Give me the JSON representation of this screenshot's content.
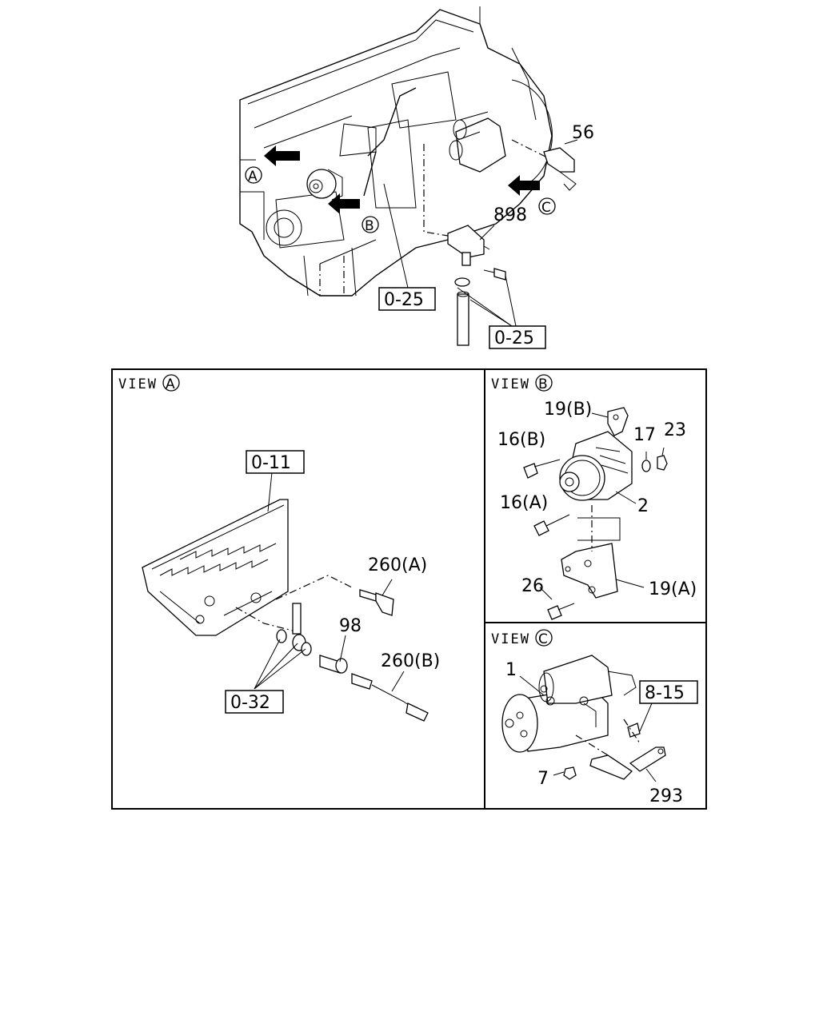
{
  "main_view": {
    "labels": {
      "p56": "56",
      "p898": "898",
      "ref_025_a": "0-25",
      "ref_025_b": "0-25"
    },
    "view_markers": {
      "a": "A",
      "b": "B",
      "c": "C"
    }
  },
  "view_a": {
    "title": "VIEW",
    "marker": "A",
    "refs": {
      "r011": "0-11",
      "r032": "0-32"
    },
    "labels": {
      "p260a": "260(A)",
      "p98": "98",
      "p260b": "260(B)"
    }
  },
  "view_b": {
    "title": "VIEW",
    "marker": "B",
    "labels": {
      "p19b": "19(B)",
      "p16b": "16(B)",
      "p17": "17",
      "p23": "23",
      "p16a": "16(A)",
      "p2": "2",
      "p26": "26",
      "p19a": "19(A)"
    }
  },
  "view_c": {
    "title": "VIEW",
    "marker": "C",
    "refs": {
      "r815": "8-15"
    },
    "labels": {
      "p1": "1",
      "p7": "7",
      "p293": "293"
    }
  }
}
